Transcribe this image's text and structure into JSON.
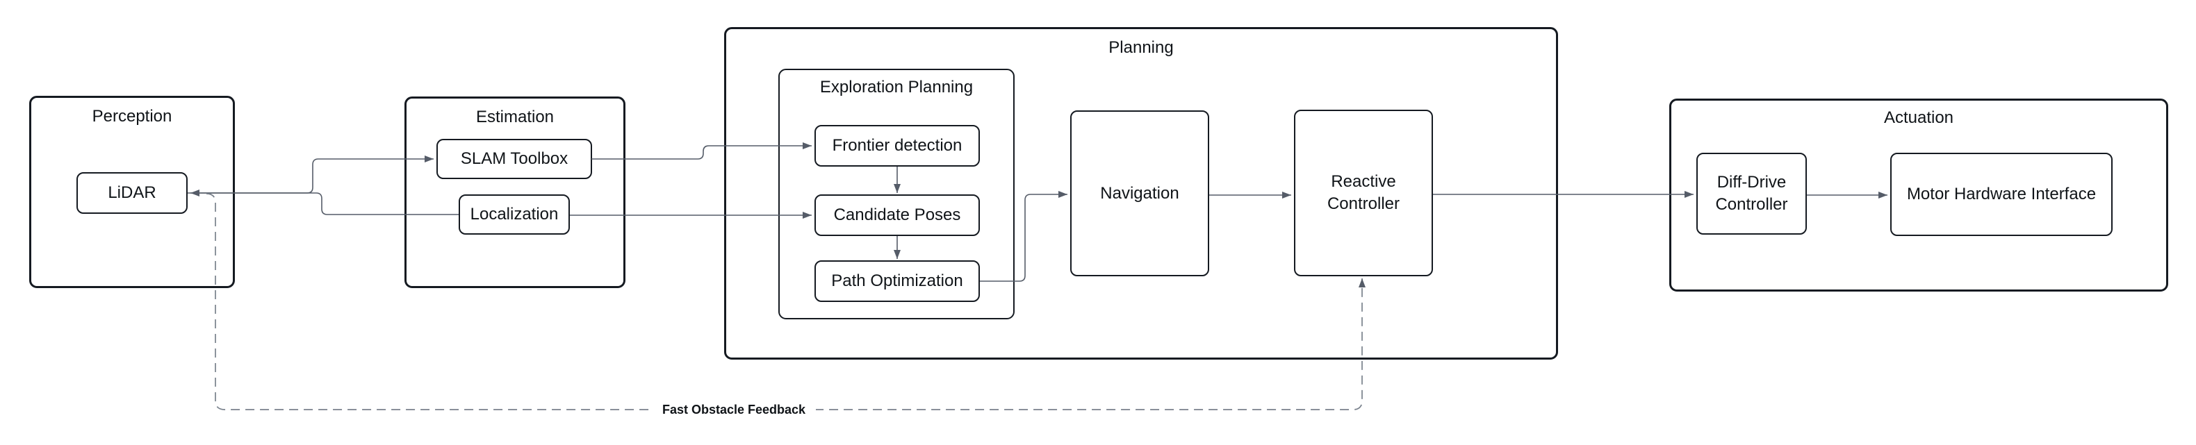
{
  "diagram": {
    "groups": {
      "perception": {
        "title": "Perception"
      },
      "estimation": {
        "title": "Estimation"
      },
      "planning": {
        "title": "Planning"
      },
      "exploration_planning": {
        "title": "Exploration Planning"
      },
      "actuation": {
        "title": "Actuation"
      }
    },
    "nodes": {
      "lidar": {
        "label": "LiDAR"
      },
      "slam_toolbox": {
        "label": "SLAM Toolbox"
      },
      "localization": {
        "label": "Localization"
      },
      "frontier_detection": {
        "label": "Frontier detection"
      },
      "candidate_poses": {
        "label": "Candidate Poses"
      },
      "path_optimization": {
        "label": "Path Optimization"
      },
      "navigation": {
        "label": "Navigation"
      },
      "reactive_controller": {
        "label": "Reactive Controller"
      },
      "diff_drive_controller": {
        "label": "Diff-Drive Controller"
      },
      "motor_hardware_interface": {
        "label": "Motor Hardware Interface"
      }
    },
    "edges": [
      {
        "from": "localization",
        "to": "lidar",
        "style": "solid"
      },
      {
        "from": "lidar",
        "to": "slam_toolbox",
        "style": "solid"
      },
      {
        "from": "slam_toolbox",
        "to": "frontier_detection",
        "style": "solid"
      },
      {
        "from": "localization",
        "to": "candidate_poses",
        "style": "solid"
      },
      {
        "from": "frontier_detection",
        "to": "candidate_poses",
        "style": "solid"
      },
      {
        "from": "candidate_poses",
        "to": "path_optimization",
        "style": "solid"
      },
      {
        "from": "path_optimization",
        "to": "navigation",
        "style": "solid"
      },
      {
        "from": "navigation",
        "to": "reactive_controller",
        "style": "solid"
      },
      {
        "from": "reactive_controller",
        "to": "diff_drive_controller",
        "style": "solid"
      },
      {
        "from": "diff_drive_controller",
        "to": "motor_hardware_interface",
        "style": "solid"
      },
      {
        "from": "lidar",
        "to": "reactive_controller",
        "style": "dashed",
        "label": "Fast Obstacle Feedback"
      }
    ],
    "colors": {
      "background": "#ffffff",
      "box_border": "#151a21",
      "connector": "#555c68",
      "dashed_connector": "#79818c",
      "text": "#101418"
    }
  }
}
